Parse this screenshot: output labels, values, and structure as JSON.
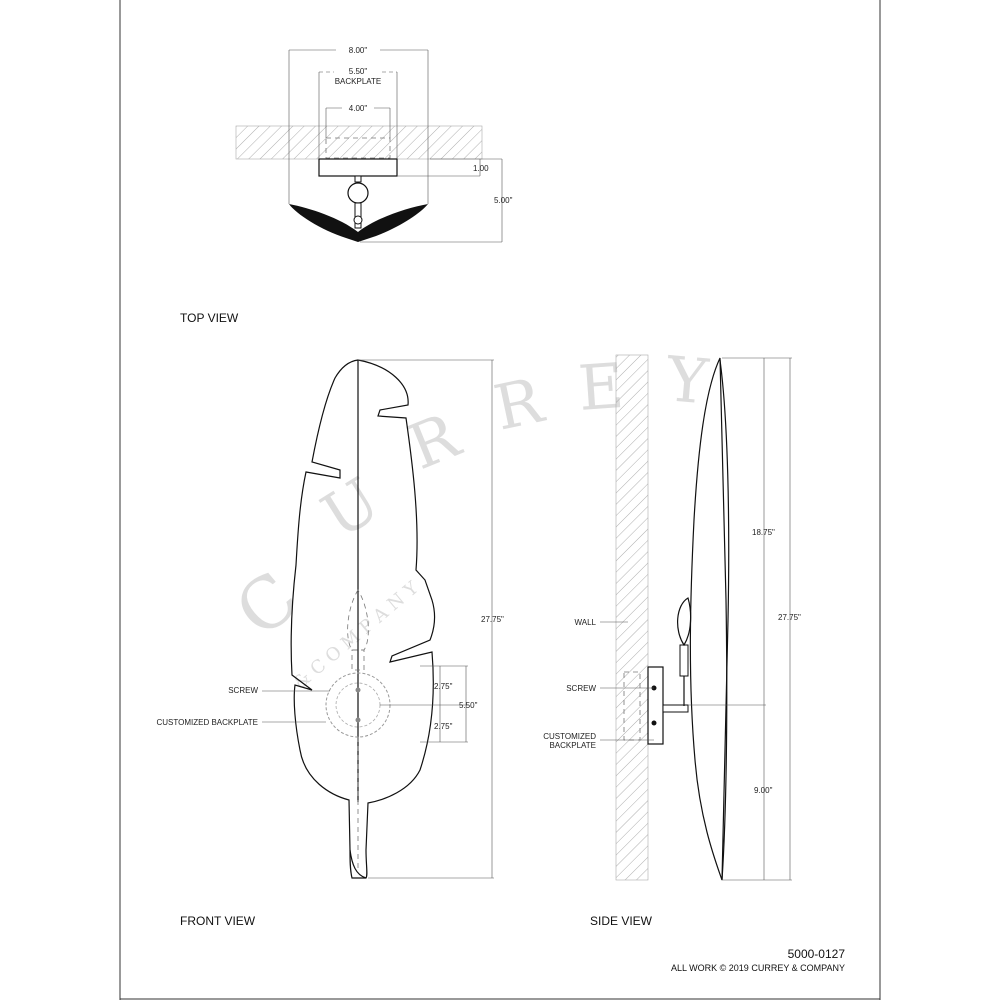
{
  "top_view": {
    "title": "TOP VIEW",
    "width_dim": "8.00\"",
    "backplate_dim": "5.50\"",
    "backplate_label": "BACKPLATE",
    "inner_dim": "4.00\"",
    "depth_backplate_dim": "1.00",
    "depth_total_dim": "5.00\""
  },
  "front_view": {
    "title": "FRONT VIEW",
    "height_dim": "27.75\"",
    "upper_screw_dim": "2.75\"",
    "backplate_height_dim": "5.50\"",
    "lower_screw_dim": "2.75\"",
    "screw_label": "SCREW",
    "backplate_label": "CUSTOMIZED BACKPLATE"
  },
  "side_view": {
    "title": "SIDE VIEW",
    "wall_label": "WALL",
    "screw_label": "SCREW",
    "backplate_label_line1": "CUSTOMIZED",
    "backplate_label_line2": "BACKPLATE",
    "upper_dim": "18.75\"",
    "total_dim": "27.75\"",
    "lower_dim": "9.00\""
  },
  "footer": {
    "part_number": "5000-0127",
    "copyright": "ALL WORK © 2019 CURREY & COMPANY"
  },
  "watermark": {
    "line1": "CURREY",
    "line2": "& COMPANY"
  }
}
